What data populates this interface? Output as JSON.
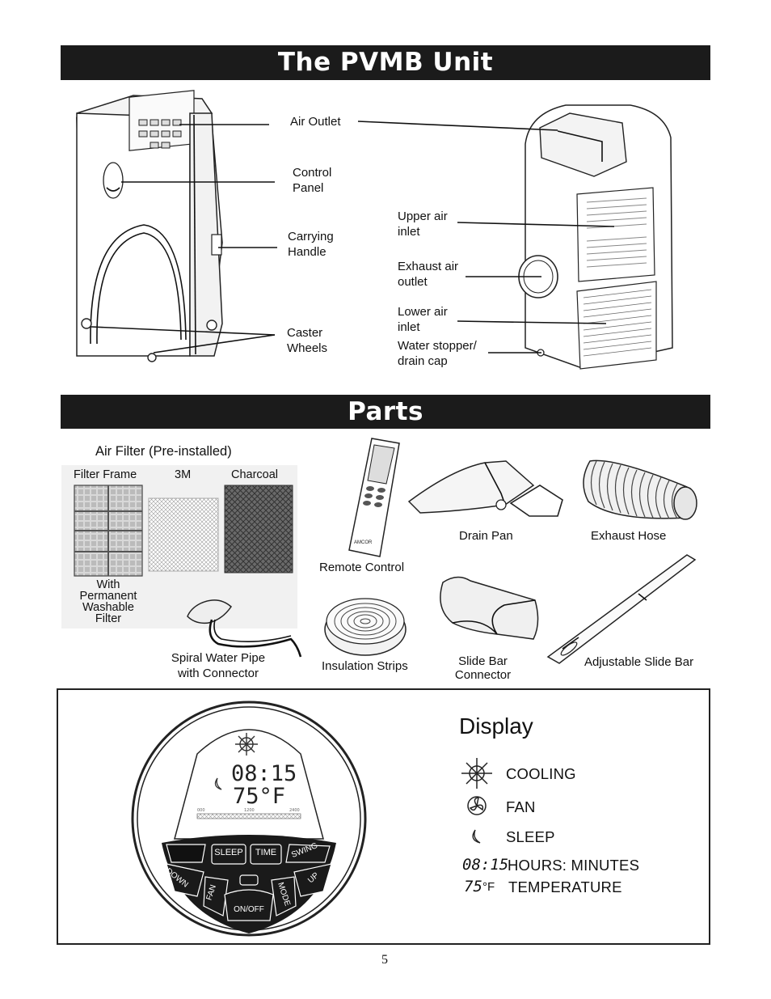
{
  "section1": {
    "title": "The PVMB Unit"
  },
  "unit_labels": {
    "air_outlet": "Air Outlet",
    "control_panel": "Control\nPanel",
    "carrying_handle": "Carrying\nHandle",
    "caster_wheels": "Caster\nWheels",
    "upper_air_inlet": "Upper air\ninlet",
    "exhaust_air_outlet": "Exhaust air\noutlet",
    "lower_air_inlet": "Lower air\ninlet",
    "water_stopper": "Water stopper/\ndrain cap"
  },
  "section2": {
    "title": "Parts"
  },
  "parts": {
    "air_filter_title": "Air Filter (Pre-installed)",
    "filter_frame": "Filter Frame",
    "filter_3m": "3M",
    "filter_charcoal": "Charcoal",
    "filter_with": "With\nPermanent\nWashable\nFilter",
    "spiral_pipe": "Spiral Water Pipe\nwith Connector",
    "remote_control": "Remote Control",
    "remote_brand": "AMCOR",
    "drain_pan": "Drain Pan",
    "exhaust_hose": "Exhaust Hose",
    "insulation_strips": "Insulation Strips",
    "slide_bar_connector": "Slide Bar\nConnector",
    "adjustable_slide_bar": "Adjustable Slide Bar"
  },
  "display": {
    "title": "Display",
    "panel_time": "08:15",
    "panel_temp": "75°F",
    "scale_left": "000",
    "scale_mid": "1200",
    "scale_right": "2400",
    "buttons": {
      "sleep": "SLEEP",
      "time": "TIME",
      "swing": "SWING",
      "down": "DOWN",
      "fan": "FAN",
      "on_off": "ON/OFF",
      "mode": "MODE",
      "up": "UP"
    },
    "legend": {
      "cooling": "COOLING",
      "fan": "FAN",
      "sleep": "SLEEP",
      "time_sample": "08:15",
      "hours_minutes": "HOURS: MINUTES",
      "temp_sample": "75",
      "temp_unit": "°F",
      "temperature": "TEMPERATURE"
    }
  },
  "page_number": "5"
}
